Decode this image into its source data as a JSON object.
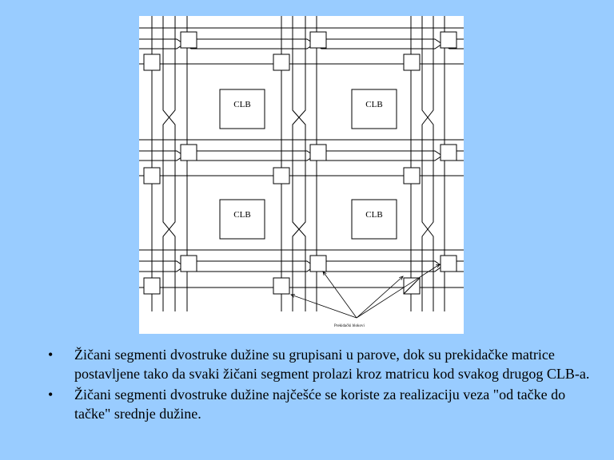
{
  "diagram": {
    "clb_labels": [
      "CLB",
      "CLB",
      "CLB",
      "CLB"
    ],
    "callout": "Prekidački blokovi"
  },
  "bullets": [
    {
      "marker": "•",
      "text": "Žičani segmenti dvostruke dužine su grupisani u parove, dok su prekidačke matrice postavljene tako da svaki žičani segment prolazi kroz matricu kod svakog drugog CLB-a."
    },
    {
      "marker": "•",
      "text": "Žičani segmenti dvostruke dužine najčešće se koriste za realizaciju veza \"od tačke do tačke\" srednje dužine."
    }
  ]
}
